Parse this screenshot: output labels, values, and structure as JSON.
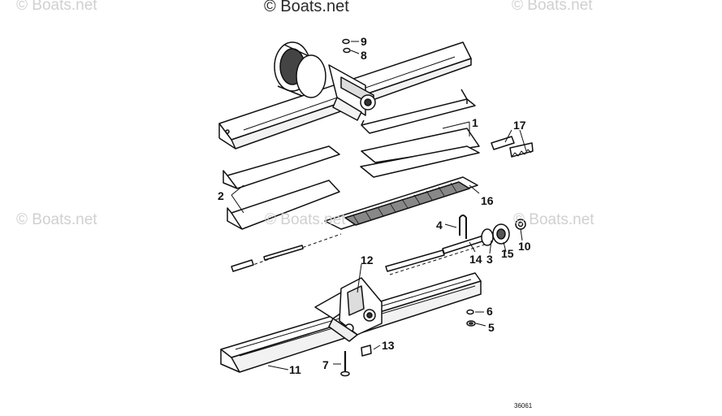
{
  "watermarks": {
    "main": "© Boats.net",
    "faint": "© Boats.net"
  },
  "callouts": [
    "1",
    "2",
    "3",
    "4",
    "5",
    "6",
    "7",
    "8",
    "9",
    "10",
    "11",
    "12",
    "13",
    "14",
    "15",
    "16",
    "17"
  ],
  "drawing_number": "36061",
  "colors": {
    "ink": "#111111",
    "watermark": "#d0d0d0"
  }
}
